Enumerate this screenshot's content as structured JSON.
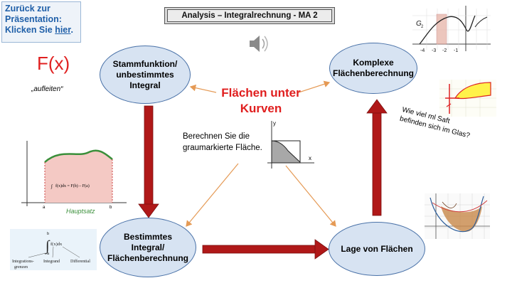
{
  "back": {
    "line1": "Zurück zur",
    "line2": "Präsentation:",
    "line3": "Klicken Sie ",
    "link": "hier",
    "line3_end": "."
  },
  "title": "Analysis – Integralrechnung - MA 2",
  "fx": "F(x)",
  "aufleiten": "„aufleiten“",
  "center": {
    "line1": "Flächen unter",
    "line2": "Kurven"
  },
  "task": {
    "line1": "Berechnen Sie die",
    "line2": "graumarkierte Fläche."
  },
  "nodes": {
    "stamm": {
      "line1": "Stammfunktion/",
      "line2": "unbestimmtes",
      "line3": "Integral"
    },
    "komplex": {
      "line1": "Komplexe",
      "line2": "Flächenberechnung"
    },
    "bestimmt": {
      "line1": "Bestimmtes",
      "line2": "Integral/",
      "line3": "Flächenberechnung"
    },
    "lage": {
      "label": "Lage von Flächen"
    }
  },
  "saft": {
    "line1": "Wie viel ml Saft",
    "line2": "befinden sich im Glas?"
  },
  "hauptsatz": {
    "formula": "f(x)dx = F(b) – F(a)",
    "a": "a",
    "b": "b",
    "caption": "Hauptsatz"
  },
  "notation": {
    "integral": "f(x)dx",
    "b": "b",
    "a": "a",
    "grenzen1": "Integrations-",
    "grenzen2": "grenzen",
    "integrand": "Integrand",
    "differential": "Differential"
  },
  "mini_graph": {
    "y": "y",
    "x": "x"
  },
  "g2": {
    "label": "G",
    "sub": "2",
    "ticks": [
      "-4",
      "-3",
      "-2",
      "-1"
    ]
  },
  "colors": {
    "accent_red": "#e01e1e",
    "arrow_dark_red": "#b01818",
    "node_fill": "#d7e3f2",
    "node_stroke": "#4a72a8",
    "orange_arrow": "#e59a55"
  },
  "icons": [
    "speaker-icon"
  ]
}
